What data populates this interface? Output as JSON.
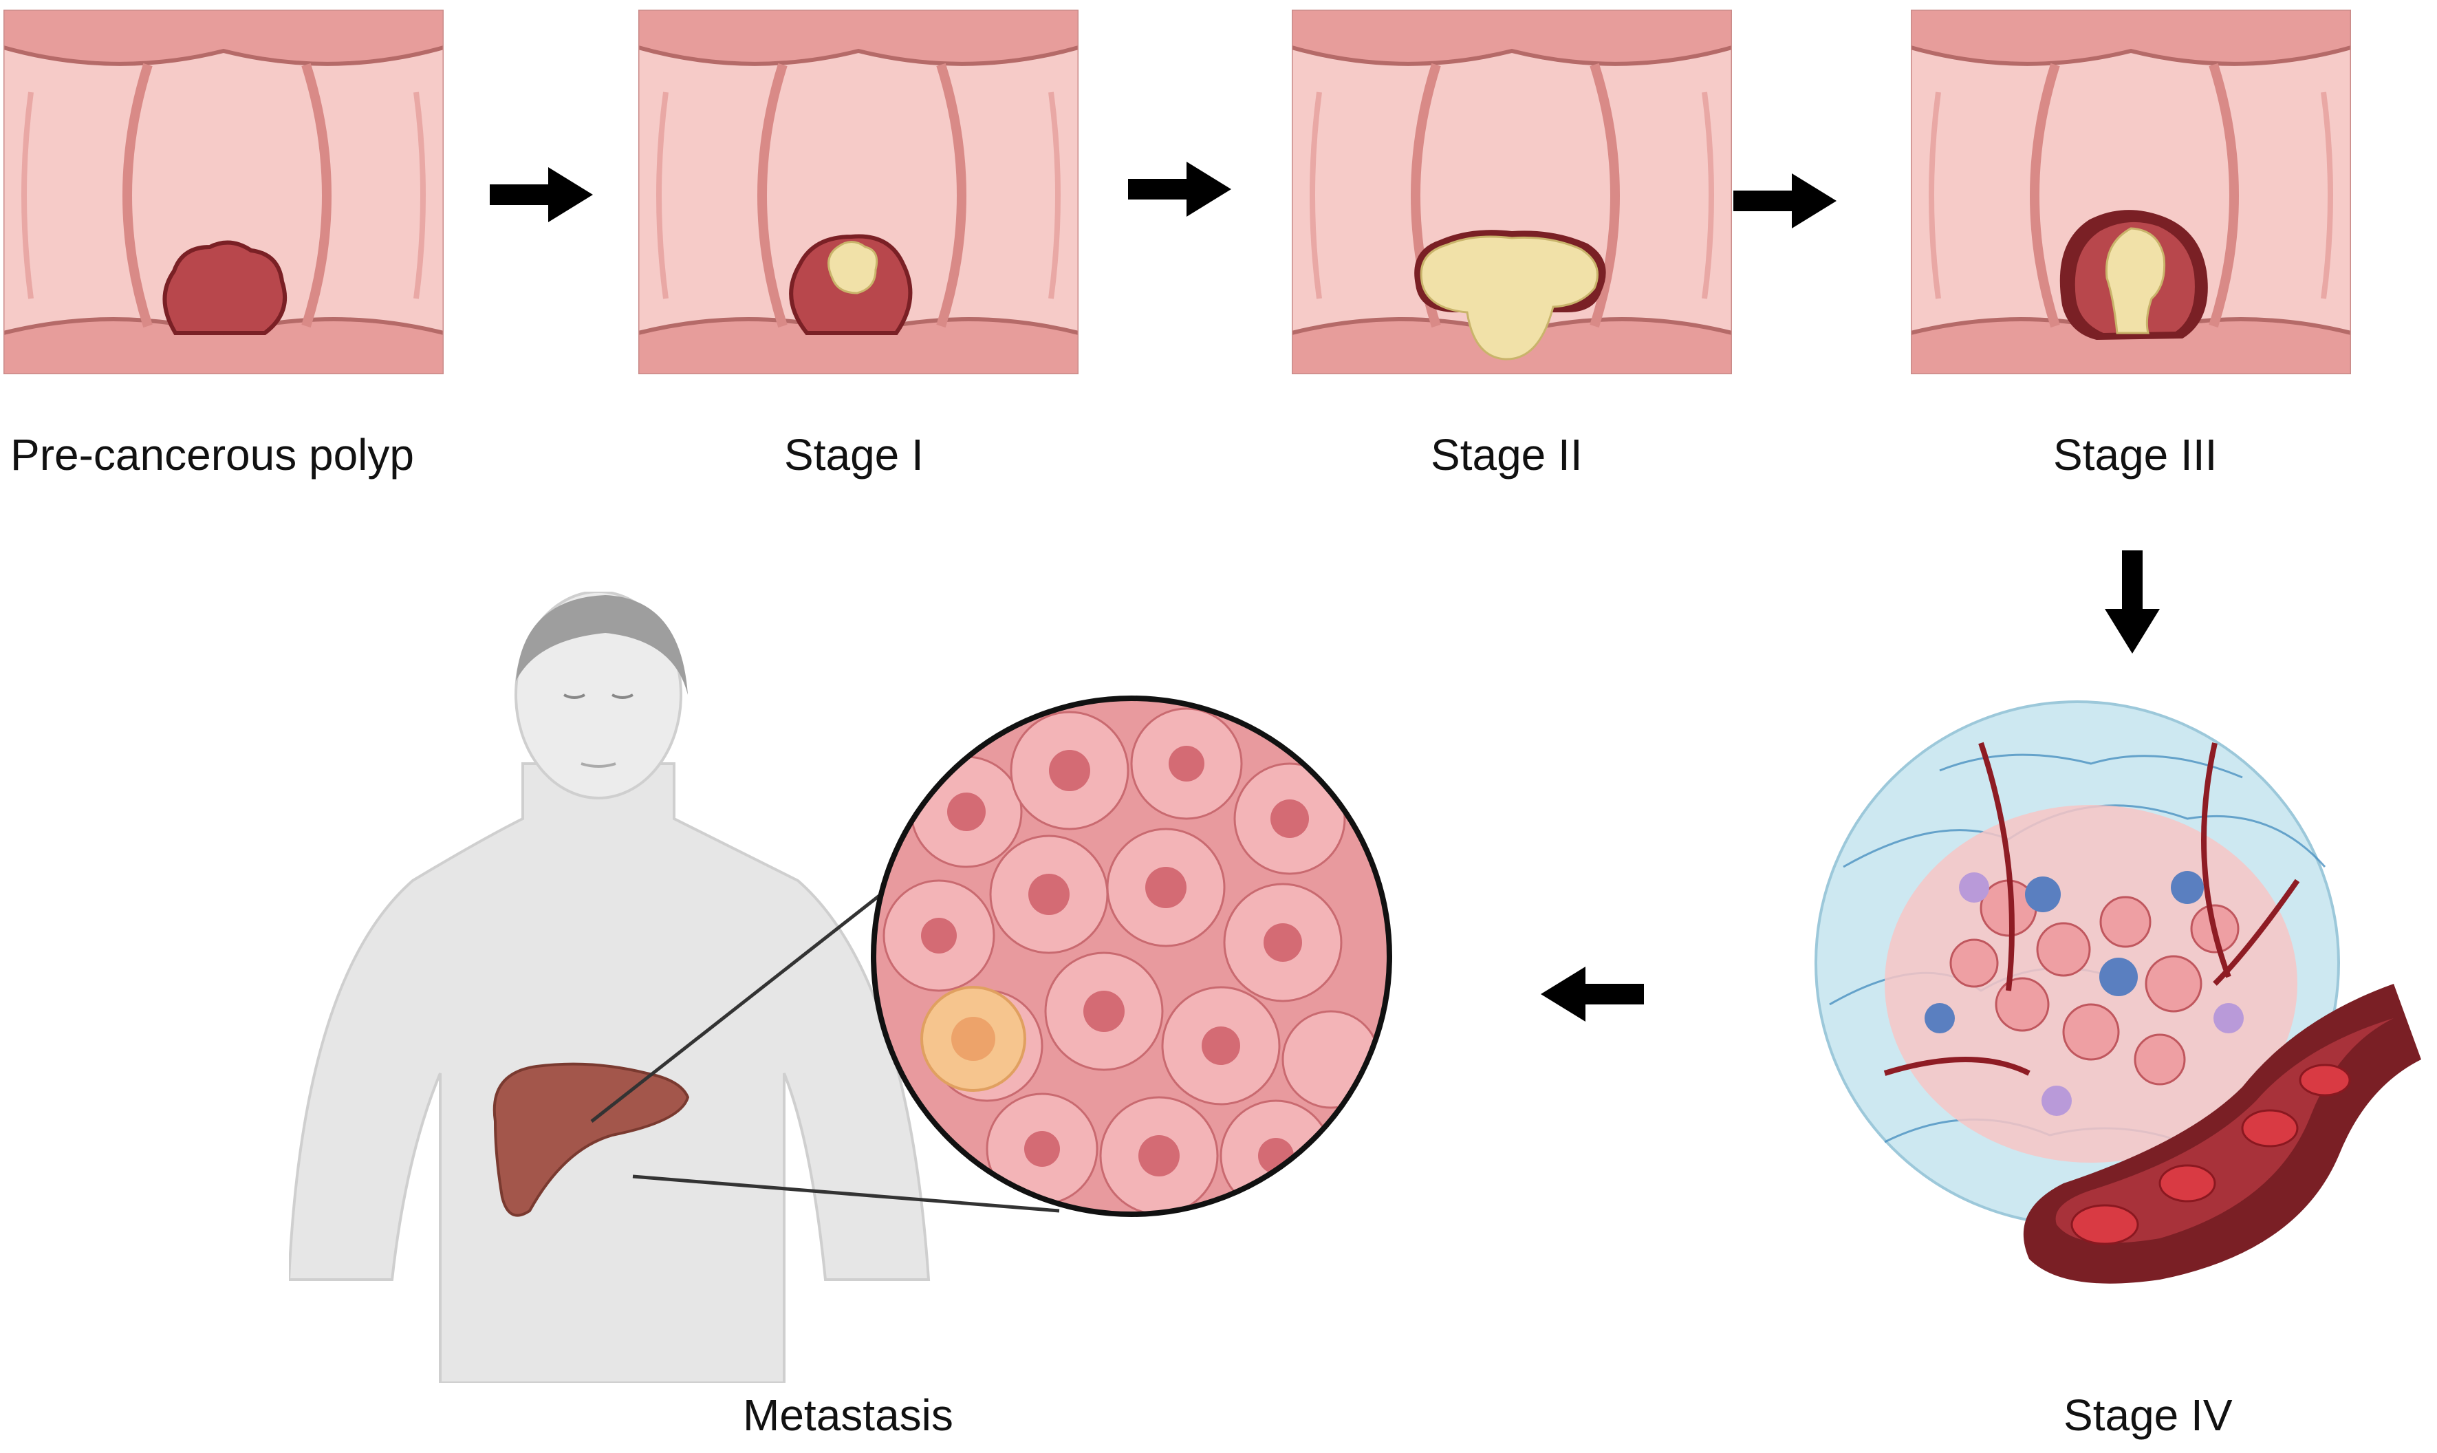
{
  "stages": [
    {
      "label": "Pre-cancerous polyp"
    },
    {
      "label": "Stage I"
    },
    {
      "label": "Stage II"
    },
    {
      "label": "Stage III"
    },
    {
      "label": "Stage IV"
    },
    {
      "label": "Metastasis"
    }
  ],
  "colors": {
    "colon_wall": "#f2b3b0",
    "colon_dark": "#d98a87",
    "polyp": "#b8474c",
    "tumor": "#f1e1a8",
    "vessel": "#8e1c24",
    "liver": "#a3564b",
    "body": "#e6e6e6",
    "cell": "#eea0a3",
    "arrow": "#000000"
  }
}
